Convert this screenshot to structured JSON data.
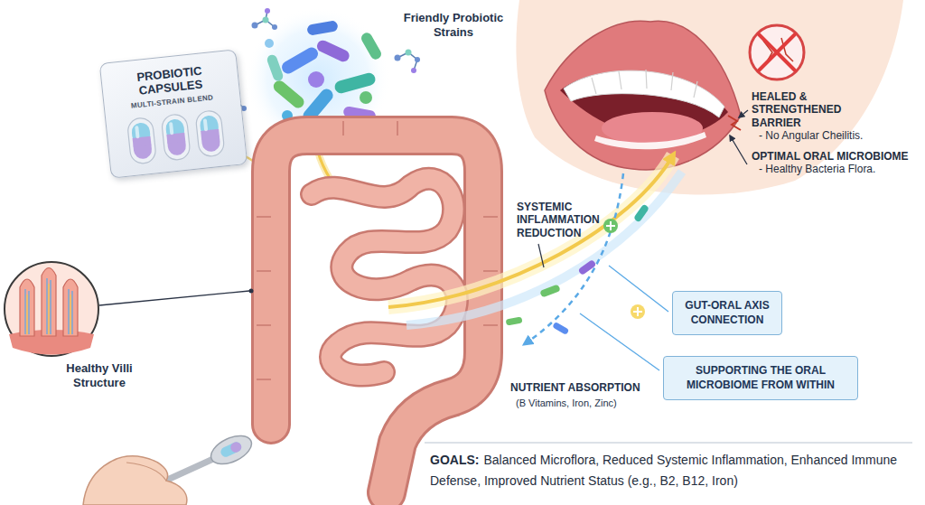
{
  "diagram": {
    "nodes": [
      {
        "text": [
          "PROBIOTIC CAPSULES",
          "MULTI-STRAIN BLEND"
        ]
      },
      {
        "text": [
          "GUT-ORAL AXIS CONNECTION"
        ]
      },
      {
        "text": [
          "SUPPORTING THE ORAL MICROBIOME FROM WITHIN"
        ]
      }
    ],
    "labels": [
      "Friendly Probiotic Strains",
      "Healthy Villi Structure",
      "SYSTEMIC INFLAMMATION REDUCTION",
      "HEALED & STRENGTHENED BARRIER",
      "- No Angular Cheilitis.",
      "OPTIMAL ORAL MICROBIOME",
      "- Healthy Bacteria Flora.",
      "NUTRIENT ABSORPTION",
      "(B Vitamins, Iron, Zinc)",
      "GOALS:",
      "Balanced Microflora, Reduced Systemic Inflammation, Enhanced Immune Defense, Improved Nutrient Status (e.g., B2, B12, Iron)"
    ]
  }
}
